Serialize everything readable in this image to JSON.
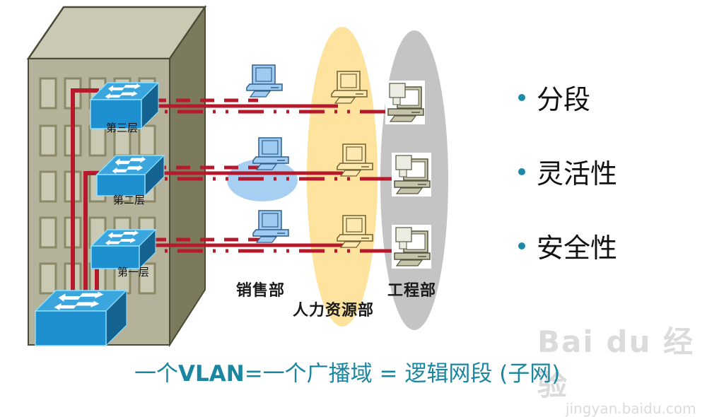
{
  "diagram": {
    "building": {
      "floors": [
        {
          "label": "第三层"
        },
        {
          "label": "第二层"
        },
        {
          "label": "第一层"
        }
      ]
    },
    "departments": [
      {
        "label": "销售部",
        "color": "#9fcbf0"
      },
      {
        "label": "人力资源部",
        "color": "#fde39e"
      },
      {
        "label": "工程部",
        "color": "#c4c4c4"
      }
    ],
    "bullets": [
      {
        "text": "分段"
      },
      {
        "text": "灵活性"
      },
      {
        "text": "安全性"
      }
    ],
    "caption": {
      "part1": "一个",
      "part2": "VLAN",
      "part3": "=一个广播域 = 逻辑网段 (子网)"
    },
    "watermark": {
      "main": "Bai du 经验",
      "sub": "jingyan.baidu.com"
    },
    "colors": {
      "cable": "#b5192b",
      "switch": "#1e90cf",
      "building": "#b4b29a",
      "accent": "#1a86a0"
    }
  }
}
